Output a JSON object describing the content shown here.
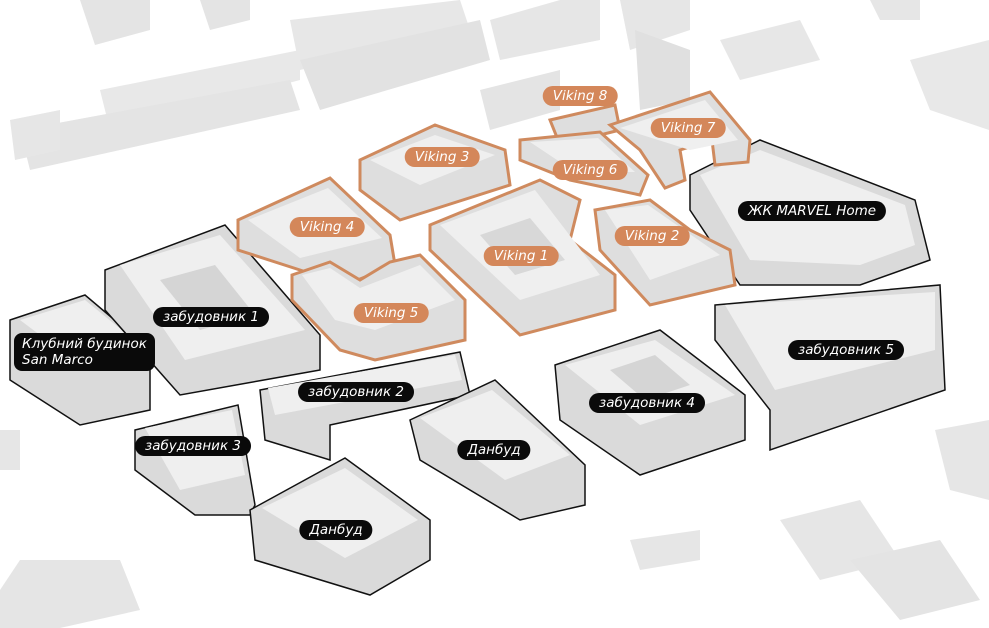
{
  "map": {
    "colors": {
      "background": "#ffffff",
      "building_top": "#efefef",
      "building_side": "#dcdcdc",
      "building_dark": "#cfcfcf",
      "viking_outline": "#cf8a5e",
      "viking_label_bg": "#d4875a",
      "plot_outline": "#111111",
      "black_label_bg": "#0a0a0a",
      "label_text": "#ffffff"
    },
    "viking_labels": [
      "Viking 8",
      "Viking 7",
      "Viking 3",
      "Viking 6",
      "Viking 4",
      "Viking 1",
      "Viking 2",
      "Viking 5"
    ],
    "developer_labels": {
      "marvel": "ЖК MARVEL Home",
      "dev1": "забудовник 1",
      "dev2": "забудовник 2",
      "dev3": "забудовник 3",
      "dev4": "забудовник 4",
      "dev5": "забудовник 5",
      "danbud_a": "Данбуд",
      "danbud_b": "Данбуд",
      "club": "Клубний будинок\nSan Marco"
    }
  }
}
